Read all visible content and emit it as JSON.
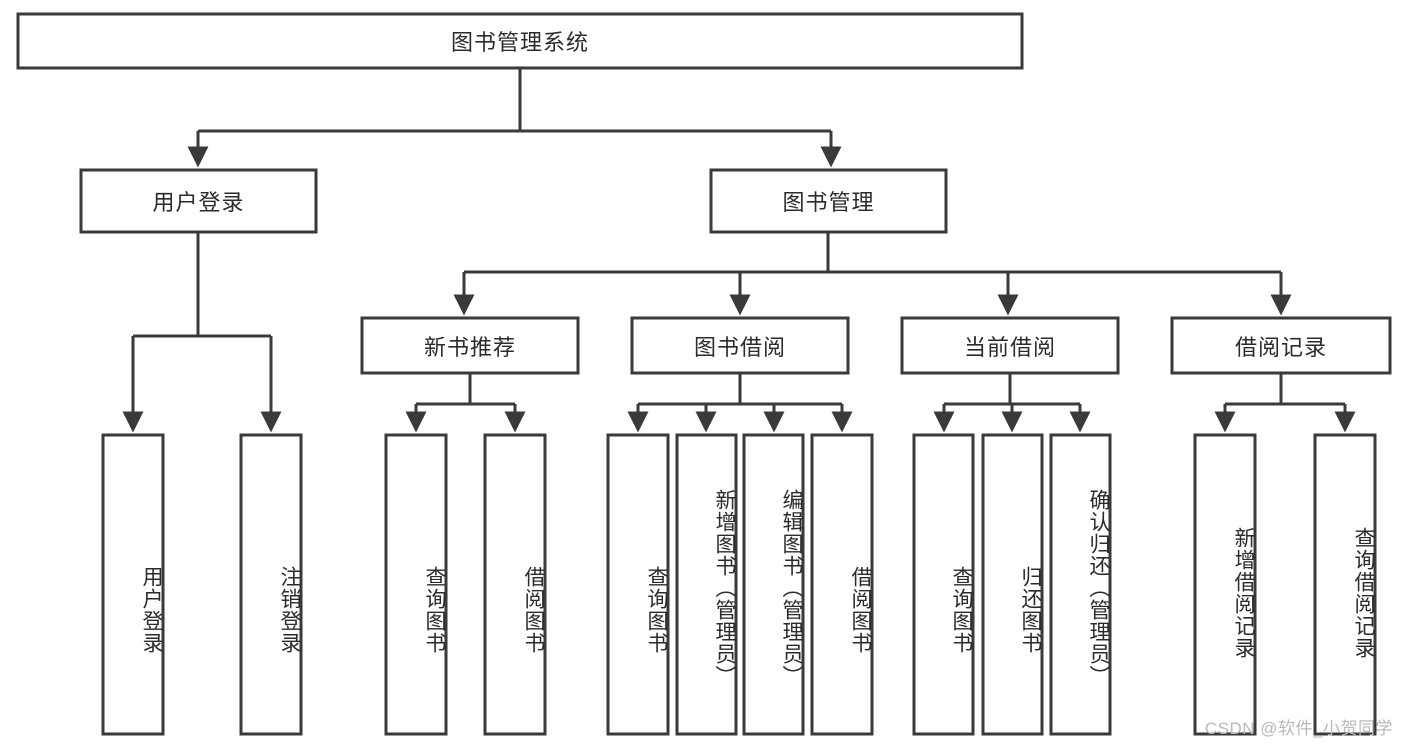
{
  "title": "图书管理系统",
  "watermark": "CSDN @软件_小贺同学",
  "colors": {
    "stroke": "#3a3a3a",
    "box_fill": "#ffffff",
    "text": "#2b2b2b",
    "watermark": "#b9b9b9",
    "background": "#ffffff"
  },
  "chart_data": {
    "type": "diagram",
    "diagram_kind": "tree",
    "orientation": "top-down",
    "title": "图书管理系统",
    "root": "图书管理系统",
    "levels": 4,
    "nodes": [
      {
        "id": "root",
        "label": "图书管理系统",
        "level": 0,
        "parent": null
      },
      {
        "id": "login",
        "label": "用户登录",
        "level": 1,
        "parent": "root"
      },
      {
        "id": "bookmgmt",
        "label": "图书管理",
        "level": 1,
        "parent": "root"
      },
      {
        "id": "newbook",
        "label": "新书推荐",
        "level": 2,
        "parent": "bookmgmt"
      },
      {
        "id": "borrow",
        "label": "图书借阅",
        "level": 2,
        "parent": "bookmgmt"
      },
      {
        "id": "current",
        "label": "当前借阅",
        "level": 2,
        "parent": "bookmgmt"
      },
      {
        "id": "records",
        "label": "借阅记录",
        "level": 2,
        "parent": "bookmgmt"
      },
      {
        "id": "l1",
        "label": "用户登录",
        "level": 3,
        "parent": "login"
      },
      {
        "id": "l2",
        "label": "注销登录",
        "level": 3,
        "parent": "login"
      },
      {
        "id": "l3",
        "label": "查询图书",
        "level": 3,
        "parent": "newbook"
      },
      {
        "id": "l4",
        "label": "借阅图书",
        "level": 3,
        "parent": "newbook"
      },
      {
        "id": "l5",
        "label": "查询图书",
        "level": 3,
        "parent": "borrow"
      },
      {
        "id": "l6",
        "label": "新增图书（管理员）",
        "level": 3,
        "parent": "borrow"
      },
      {
        "id": "l7",
        "label": "编辑图书（管理员）",
        "level": 3,
        "parent": "borrow"
      },
      {
        "id": "l8",
        "label": "借阅图书",
        "level": 3,
        "parent": "borrow"
      },
      {
        "id": "l9",
        "label": "查询图书",
        "level": 3,
        "parent": "current"
      },
      {
        "id": "l10",
        "label": "归还图书",
        "level": 3,
        "parent": "current"
      },
      {
        "id": "l11",
        "label": "确认归还（管理员）",
        "level": 3,
        "parent": "current"
      },
      {
        "id": "l12",
        "label": "新增借阅记录",
        "level": 3,
        "parent": "records"
      },
      {
        "id": "l13",
        "label": "查询借阅记录",
        "level": 3,
        "parent": "records"
      }
    ],
    "edges": [
      {
        "from": "root",
        "to": "login"
      },
      {
        "from": "root",
        "to": "bookmgmt"
      },
      {
        "from": "bookmgmt",
        "to": "newbook"
      },
      {
        "from": "bookmgmt",
        "to": "borrow"
      },
      {
        "from": "bookmgmt",
        "to": "current"
      },
      {
        "from": "bookmgmt",
        "to": "records"
      },
      {
        "from": "login",
        "to": "l1"
      },
      {
        "from": "login",
        "to": "l2"
      },
      {
        "from": "newbook",
        "to": "l3"
      },
      {
        "from": "newbook",
        "to": "l4"
      },
      {
        "from": "borrow",
        "to": "l5"
      },
      {
        "from": "borrow",
        "to": "l6"
      },
      {
        "from": "borrow",
        "to": "l7"
      },
      {
        "from": "borrow",
        "to": "l8"
      },
      {
        "from": "current",
        "to": "l9"
      },
      {
        "from": "current",
        "to": "l10"
      },
      {
        "from": "current",
        "to": "l11"
      },
      {
        "from": "records",
        "to": "l12"
      },
      {
        "from": "records",
        "to": "l13"
      }
    ]
  },
  "level1": {
    "login": "用户登录",
    "bookmgmt": "图书管理"
  },
  "level2": {
    "newbook": "新书推荐",
    "borrow": "图书借阅",
    "current": "当前借阅",
    "records": "借阅记录"
  },
  "leaves": {
    "login_user": "用户登录",
    "login_logout": "注销登录",
    "newbook_query": "查询图书",
    "newbook_borrow": "借阅图书",
    "borrow_query": "查询图书",
    "borrow_add": "新增图书（管理员）",
    "borrow_edit": "编辑图书（管理员）",
    "borrow_borrow": "借阅图书",
    "current_query": "查询图书",
    "current_return": "归还图书",
    "current_confirm": "确认归还（管理员）",
    "records_add": "新增借阅记录",
    "records_query": "查询借阅记录"
  }
}
